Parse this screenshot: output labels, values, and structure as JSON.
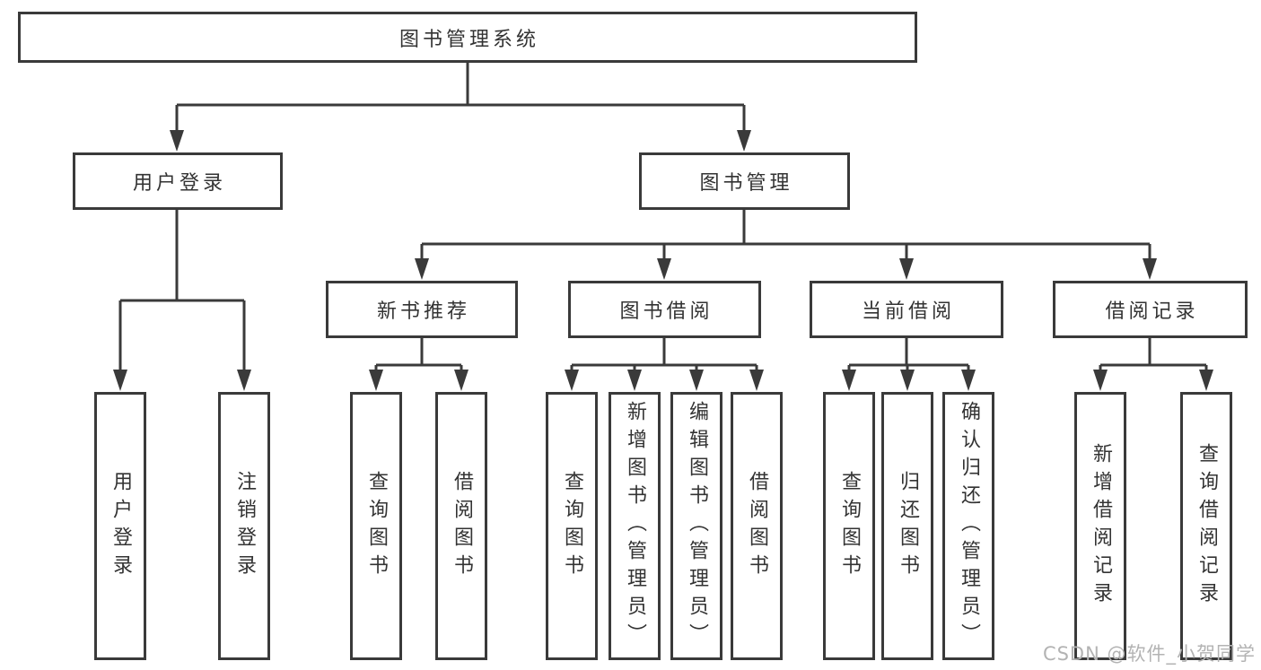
{
  "colors": {
    "line": "#3a3a3a",
    "text": "#333333",
    "watermark": "#b3b3b3",
    "background": "#ffffff"
  },
  "watermark": "CSDN @软件_小贺同学",
  "nodes": {
    "root": "图书管理系统",
    "user_login": "用户登录",
    "book_management": "图书管理",
    "new_book_recommend": "新书推荐",
    "book_borrowing": "图书借阅",
    "current_borrowing": "当前借阅",
    "borrowing_records": "借阅记录",
    "leaves": {
      "user_login": [
        "用户登录",
        "注销登录"
      ],
      "new_book_recommend": [
        "查询图书",
        "借阅图书"
      ],
      "book_borrowing": [
        "查询图书",
        "新增图书（管理员）",
        "编辑图书（管理员）",
        "借阅图书"
      ],
      "current_borrowing": [
        "查询图书",
        "归还图书",
        "确认归还（管理员）"
      ],
      "borrowing_records": [
        "新增借阅记录",
        "查询借阅记录"
      ]
    }
  }
}
